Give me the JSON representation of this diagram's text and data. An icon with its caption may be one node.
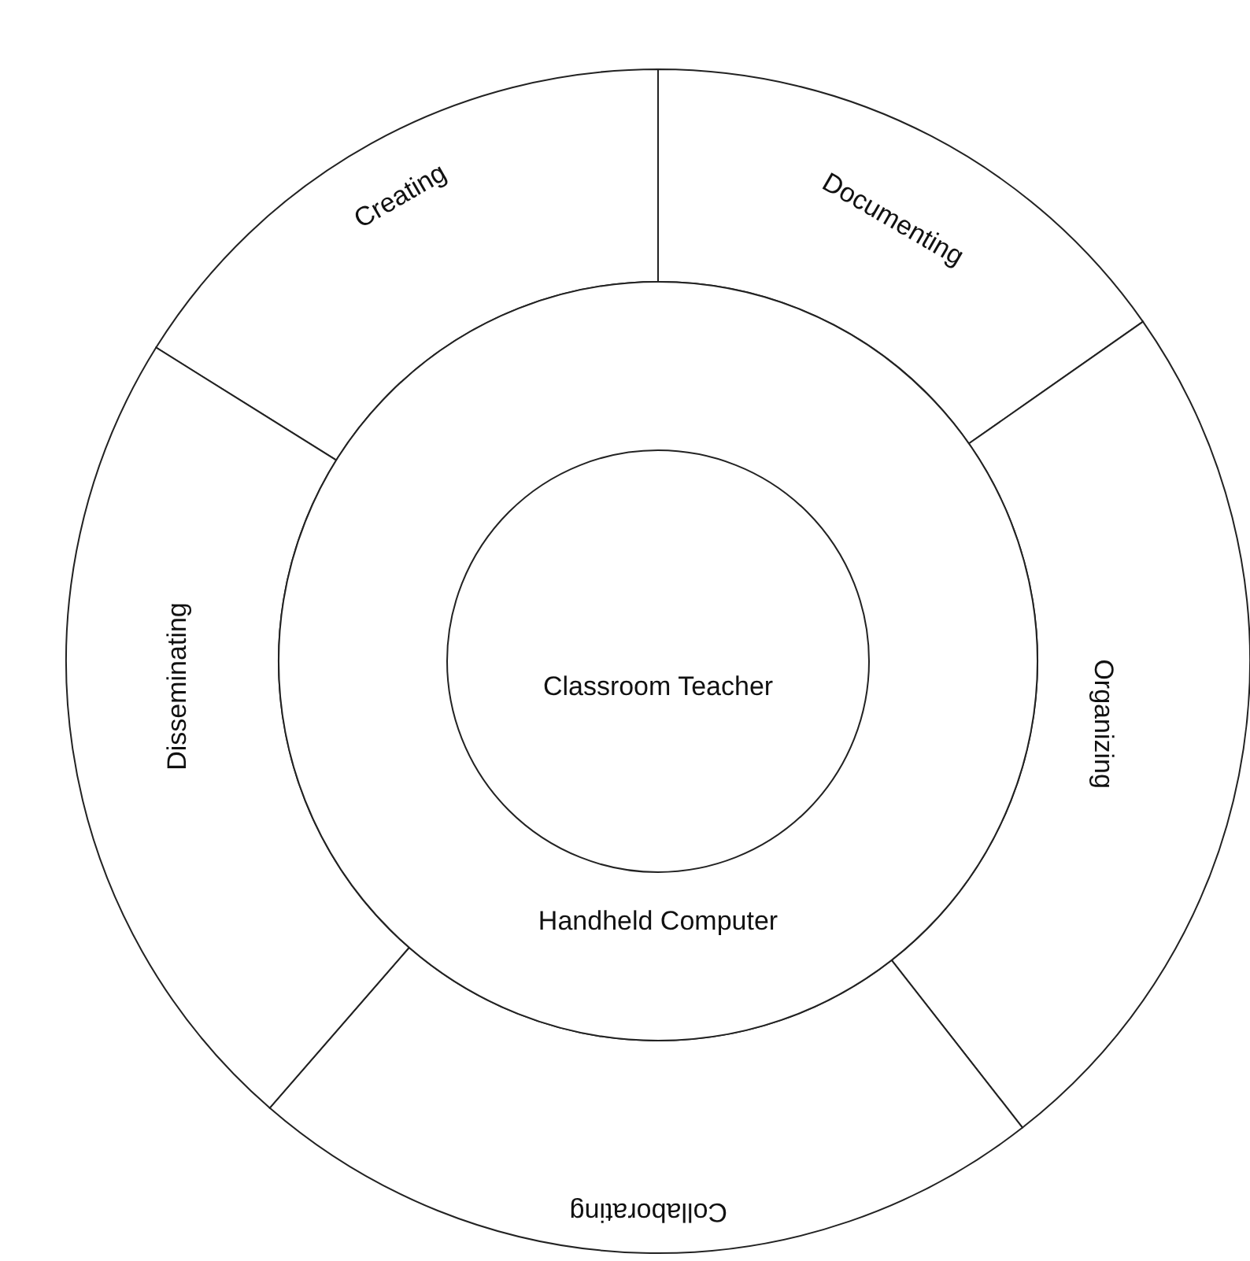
{
  "diagram": {
    "nodes": [
      {
        "text": [
          "Handheld Computer"
        ]
      },
      {
        "text": [
          "Classroom Teacher"
        ],
        "in": 0
      },
      {
        "text": [
          "Creating"
        ]
      },
      {
        "text": [
          "Documenting"
        ]
      },
      {
        "text": [
          "Organizing"
        ]
      },
      {
        "text": [
          "Collaborating"
        ]
      },
      {
        "text": [
          "Disseminating"
        ]
      }
    ]
  }
}
